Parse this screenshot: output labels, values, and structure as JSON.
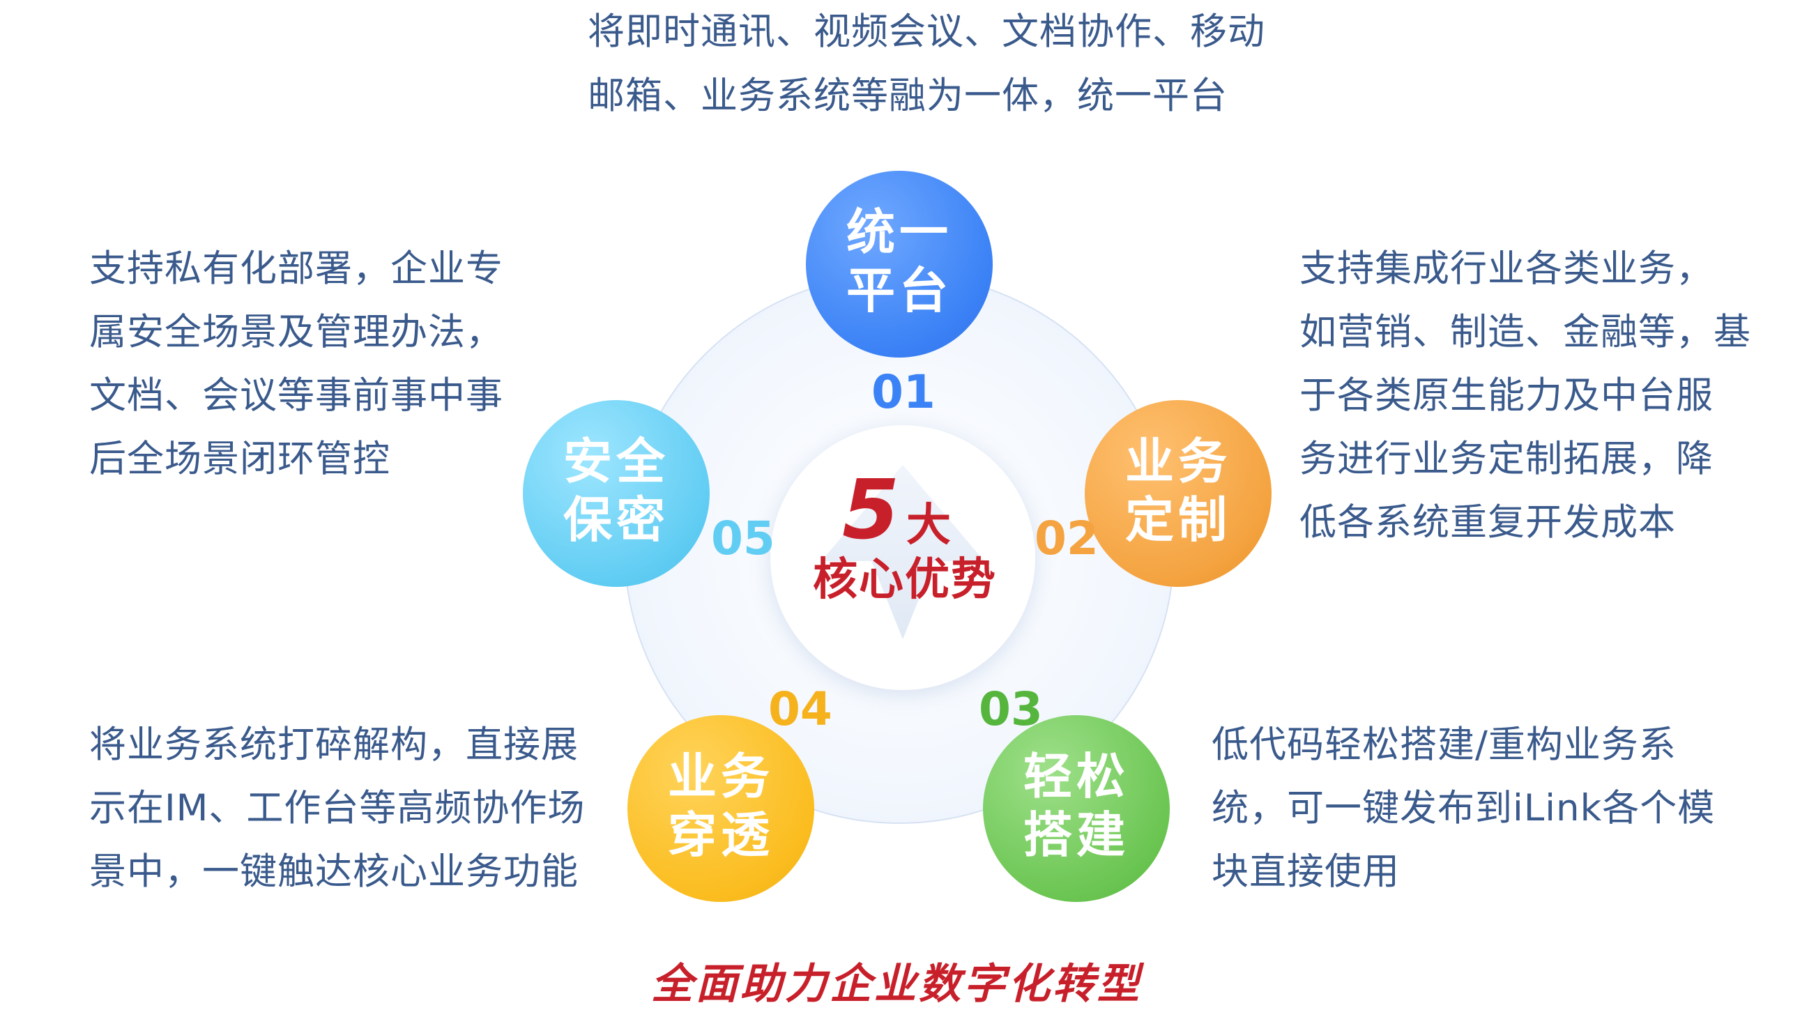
{
  "top_text": [
    "将即时通讯、视频会议、文档协作、移动",
    "邮箱、业务系统等融为一体，统一平台"
  ],
  "left_top_text": [
    "支持私有化部署，企业专",
    "属安全场景及管理办法，",
    "文档、会议等事前事中事",
    "后全场景闭环管控"
  ],
  "right_top_text": [
    "支持集成行业各类业务，",
    "如营销、制造、金融等，基",
    "于各类原生能力及中台服",
    "务进行业务定制拓展，降",
    "低各系统重复开发成本"
  ],
  "left_bottom_text": [
    "将业务系统打碎解构，直接展",
    "示在IM、工作台等高频协作场",
    "景中，一键触达核心业务功能"
  ],
  "right_bottom_text": [
    "低代码轻松搭建/重构业务系",
    "统，可一键发布到iLink各个模",
    "块直接使用"
  ],
  "center": {
    "number": "5",
    "suffix": "大",
    "subtitle": "核心优势"
  },
  "nodes": [
    {
      "num": "01",
      "lines": [
        "统一",
        "平台"
      ],
      "color": "#3b82f6"
    },
    {
      "num": "02",
      "lines": [
        "业务",
        "定制"
      ],
      "color": "#f4a340"
    },
    {
      "num": "03",
      "lines": [
        "轻松",
        "搭建"
      ],
      "color": "#6cc653"
    },
    {
      "num": "04",
      "lines": [
        "业务",
        "穿透"
      ],
      "color": "#fbbd20"
    },
    {
      "num": "05",
      "lines": [
        "安全",
        "保密"
      ],
      "color": "#62cdf3"
    }
  ],
  "tagline": "全面助力企业数字化转型",
  "colors": {
    "text": "#3a5a8c",
    "accent": "#c8202a",
    "ring": "#d6e2f3"
  }
}
